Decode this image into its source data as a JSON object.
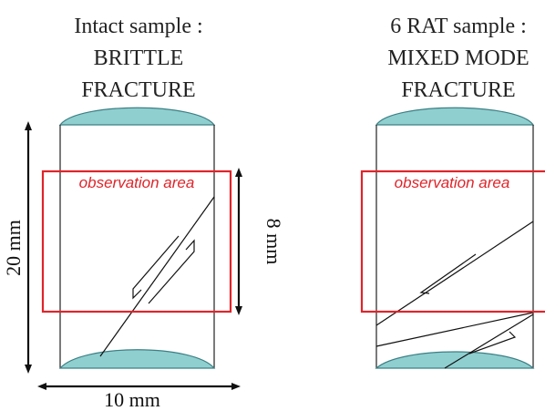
{
  "colors": {
    "cap_fill": "#8fcfd0",
    "cap_stroke": "#3c7f84",
    "observation_red": "#e0242a",
    "ink": "#111111"
  },
  "left_sample": {
    "title_lines": [
      "Intact sample :",
      "BRITTLE",
      "FRACTURE"
    ],
    "observation_label": "observation area",
    "height_label": "20 mm",
    "width_label": "10 mm",
    "observation_height_label": "8 mm"
  },
  "right_sample": {
    "title_lines": [
      "6 RAT sample :",
      "MIXED MODE",
      "FRACTURE"
    ],
    "observation_label": "observation area"
  }
}
